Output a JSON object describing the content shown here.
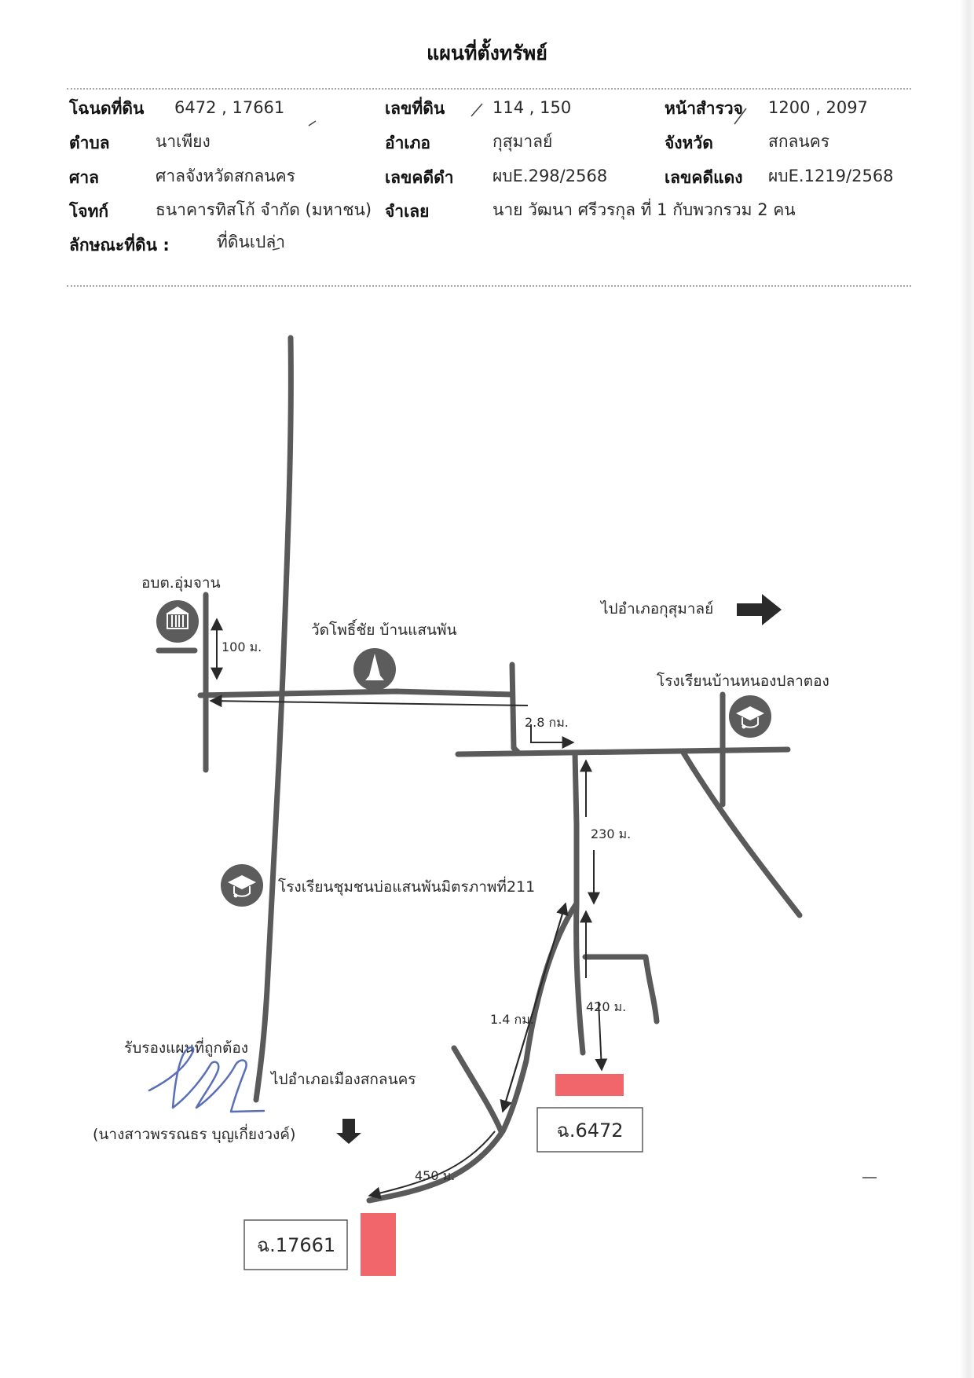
{
  "document": {
    "title": "แผนที่ตั้งทรัพย์"
  },
  "fields": [
    {
      "label": "โฉนดที่ดิน",
      "value": "6472 , 17661"
    },
    {
      "label": "ตำบล",
      "value": "นาเพียง"
    },
    {
      "label": "ศาล",
      "value": "ศาลจังหวัดสกลนคร"
    },
    {
      "label": "โจทก์",
      "value": "ธนาคารทิสโก้ จำกัด (มหาชน)"
    },
    {
      "label": "ลักษณะที่ดิน :",
      "value": "ที่ดินเปล่า"
    },
    {
      "label": "เลขที่ดิน",
      "value": "114 , 150"
    },
    {
      "label": "อำเภอ",
      "value": "กุสุมาลย์"
    },
    {
      "label": "เลขคดีดำ",
      "value": "ผบE.298/2568"
    },
    {
      "label": "จำเลย",
      "value": "นาย วัฒนา ศรีวรกุล  ที่ 1  กับพวกรวม 2 คน"
    },
    {
      "label": "หน้าสำรวจ",
      "value": "1200 , 2097"
    },
    {
      "label": "จังหวัด",
      "value": "สกลนคร"
    },
    {
      "label": "เลขคดีแดง",
      "value": "ผบE.1219/2568"
    }
  ],
  "map": {
    "landmarks": {
      "sao_office": "อบต.อุ่มจาน",
      "temple": "วัดโพธิ์ชัย บ้านแสนพัน",
      "school_nong_pla_tong": "โรงเรียนบ้านหนองปลาตอง",
      "school_community": "โรงเรียนชุมชนบ่อแสนพันมิตรภาพที่211"
    },
    "directions": {
      "to_kusuman": "ไปอำเภอกุสุมาลย์",
      "to_mueang": "ไปอำเภอเมืองสกลนคร"
    },
    "distances": {
      "d100": "100 ม.",
      "d2_8km": "2.8 กม.",
      "d230": "230 ม.",
      "d1_4km": "1.4 กม.",
      "d420": "420 ม.",
      "d450": "450 ม."
    },
    "plots": {
      "plot_6472": "ฉ.6472",
      "plot_17661": "ฉ.17661"
    },
    "colors": {
      "road": "#5a5a5a",
      "arrow": "#2a2a2a",
      "icon_circle": "#5c5c5c",
      "plot_fill": "#f0666a",
      "signature_ink": "#5a6fb8"
    }
  },
  "certification": {
    "text": "รับรองแผนที่ถูกต้อง",
    "name": "(นางสาวพรรณธร บุญเกี่ยงวงค์)"
  }
}
